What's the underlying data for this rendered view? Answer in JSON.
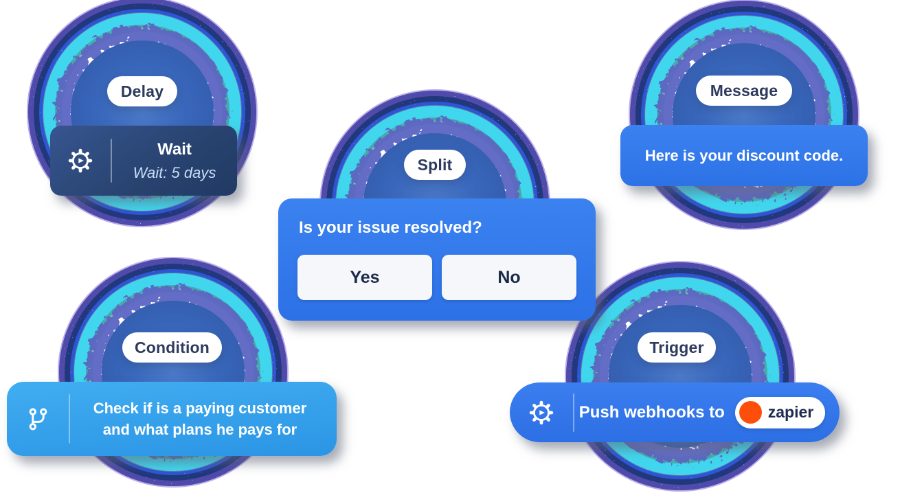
{
  "background_color": "#ffffff",
  "colors": {
    "delay_card_navy": "#2a4878",
    "primary_blue": "#2f7ae8",
    "condition_blue": "#2f9fe8",
    "button_bg": "#f5f7fb",
    "zapier_orange": "#fd4e0c",
    "pill_text_navy": "#2e3a5e",
    "halo_core_blue": "#3f6fc4",
    "halo_indigo_ring": "#5b66c2",
    "halo_cyan_ring": "#41d7ee"
  },
  "nodes": {
    "delay": {
      "label": "Delay",
      "icon": "gear-icon",
      "title": "Wait",
      "subtitle": "Wait: 5 days"
    },
    "split": {
      "label": "Split",
      "question": "Is your issue resolved?",
      "yes_label": "Yes",
      "no_label": "No"
    },
    "message": {
      "label": "Message",
      "text": "Here is your discount code."
    },
    "condition": {
      "label": "Condition",
      "icon": "branch-icon",
      "line1": "Check if is a paying customer",
      "line2": "and what plans he pays for"
    },
    "trigger": {
      "label": "Trigger",
      "icon": "gear-icon",
      "text": "Push webhooks to",
      "badge": {
        "label": "zapier",
        "dot_icon": "orange-dot-icon"
      }
    }
  }
}
